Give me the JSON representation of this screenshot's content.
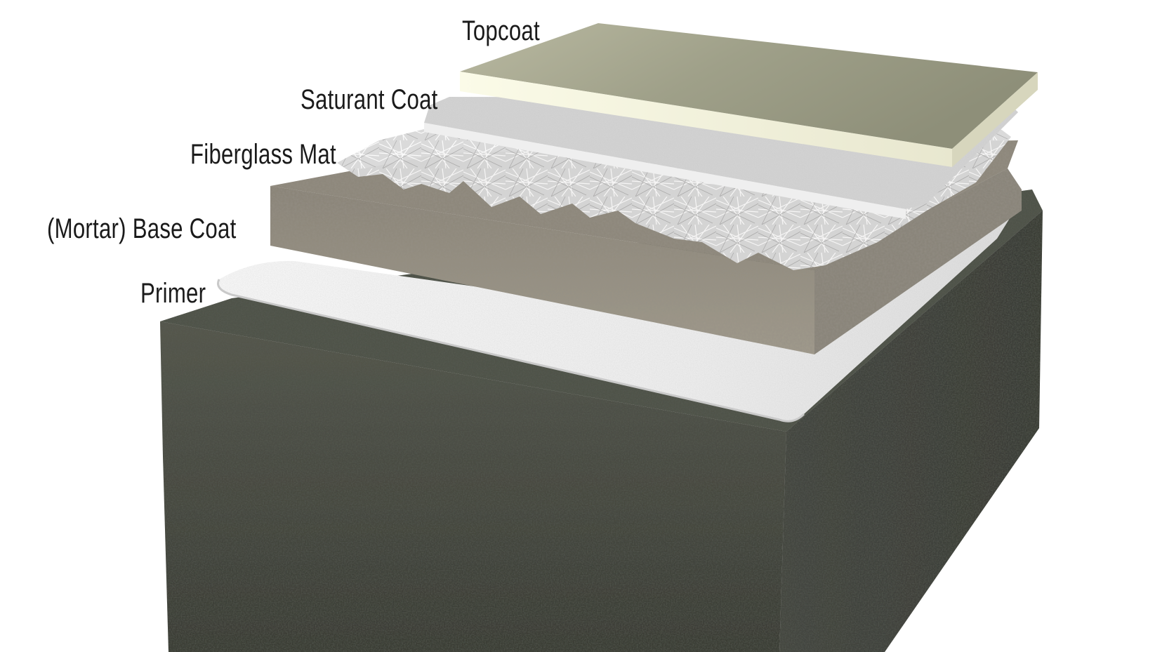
{
  "labels": {
    "topcoat": "Topcoat",
    "saturant_coat": "Saturant Coat",
    "fiberglass_mat": "Fiberglass Mat",
    "mortar_base_coat": "(Mortar) Base Coat",
    "primer": "Primer"
  },
  "colors": {
    "background": "#ffffff",
    "topcoat_top": "#a7a88f",
    "topcoat_edge": "#f1f0dc",
    "saturant": "#dedede",
    "fiberglass": "#e9e9e9",
    "mortar_top": "#888377",
    "mortar_side": "#968f80",
    "primer": "#eeeeee",
    "substrate_top": "#4d4f46",
    "substrate_side": "#3d3f38"
  }
}
